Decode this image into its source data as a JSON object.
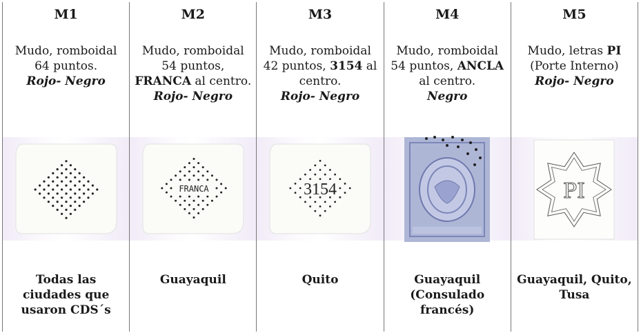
{
  "columns": [
    {
      "code": "M1",
      "desc_lines": [
        "Mudo, romboidal",
        "64 puntos."
      ],
      "colors": "Rojo- Negro",
      "stamp_icon": "rhombus-dots-icon",
      "place_lines": [
        "Todas las",
        "ciudades que",
        "usaron CDS´s"
      ]
    },
    {
      "code": "M2",
      "desc_lines": [
        "Mudo,  romboidal",
        "54 puntos,"
      ],
      "desc_bold": "FRANCA",
      "desc_after": " al centro.",
      "colors": "Rojo- Negro",
      "stamp_text": "FRANCA",
      "stamp_icon": "rhombus-franca-icon",
      "place_lines": [
        "Guayaquil"
      ]
    },
    {
      "code": "M3",
      "desc_lines": [
        "Mudo, romboidal"
      ],
      "desc_pre": "42 puntos, ",
      "desc_bold": "3154",
      "desc_after": " al",
      "desc_tail": "centro.",
      "colors": "Rojo- Negro",
      "stamp_text": "3154",
      "stamp_icon": "rhombus-3154-icon",
      "place_lines": [
        "Quito"
      ]
    },
    {
      "code": "M4",
      "desc_lines": [
        "Mudo, romboidal"
      ],
      "desc_pre": "54 puntos, ",
      "desc_bold": "ANCLA",
      "desc_tail": "al centro.",
      "colors": "Negro",
      "stamp_icon": "cancelled-stamp-icon",
      "place_lines": [
        "Guayaquil",
        "(Consulado",
        "francés)"
      ]
    },
    {
      "code": "M5",
      "desc_pre": "Mudo, letras ",
      "desc_bold": "PI",
      "desc_lines2": [
        "(Porte Interno)"
      ],
      "colors": "Rojo- Negro",
      "stamp_icon": "star-pi-icon",
      "place_lines": [
        "Guayaquil, Quito,",
        "Tusa"
      ]
    }
  ]
}
